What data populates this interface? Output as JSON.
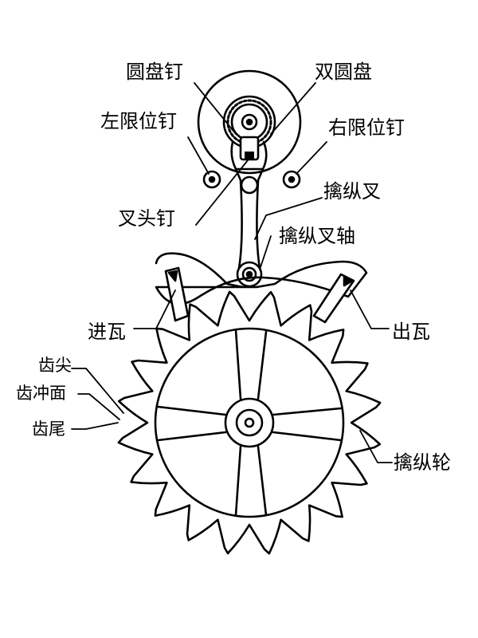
{
  "labels": {
    "roller_pin_disc": "圆盘钉",
    "double_roller": "双圆盘",
    "left_banking_pin": "左限位钉",
    "right_banking_pin": "右限位钉",
    "guard_pin": "叉头钉",
    "pallet_fork": "擒纵叉",
    "pallet_arbor": "擒纵叉轴",
    "entry_pallet": "进瓦",
    "exit_pallet": "出瓦",
    "tooth_tip": "齿尖",
    "tooth_impulse_face": "齿冲面",
    "tooth_heel": "齿尾",
    "escape_wheel": "擒纵轮"
  },
  "colors": {
    "line": "#000000",
    "background": "#ffffff"
  }
}
